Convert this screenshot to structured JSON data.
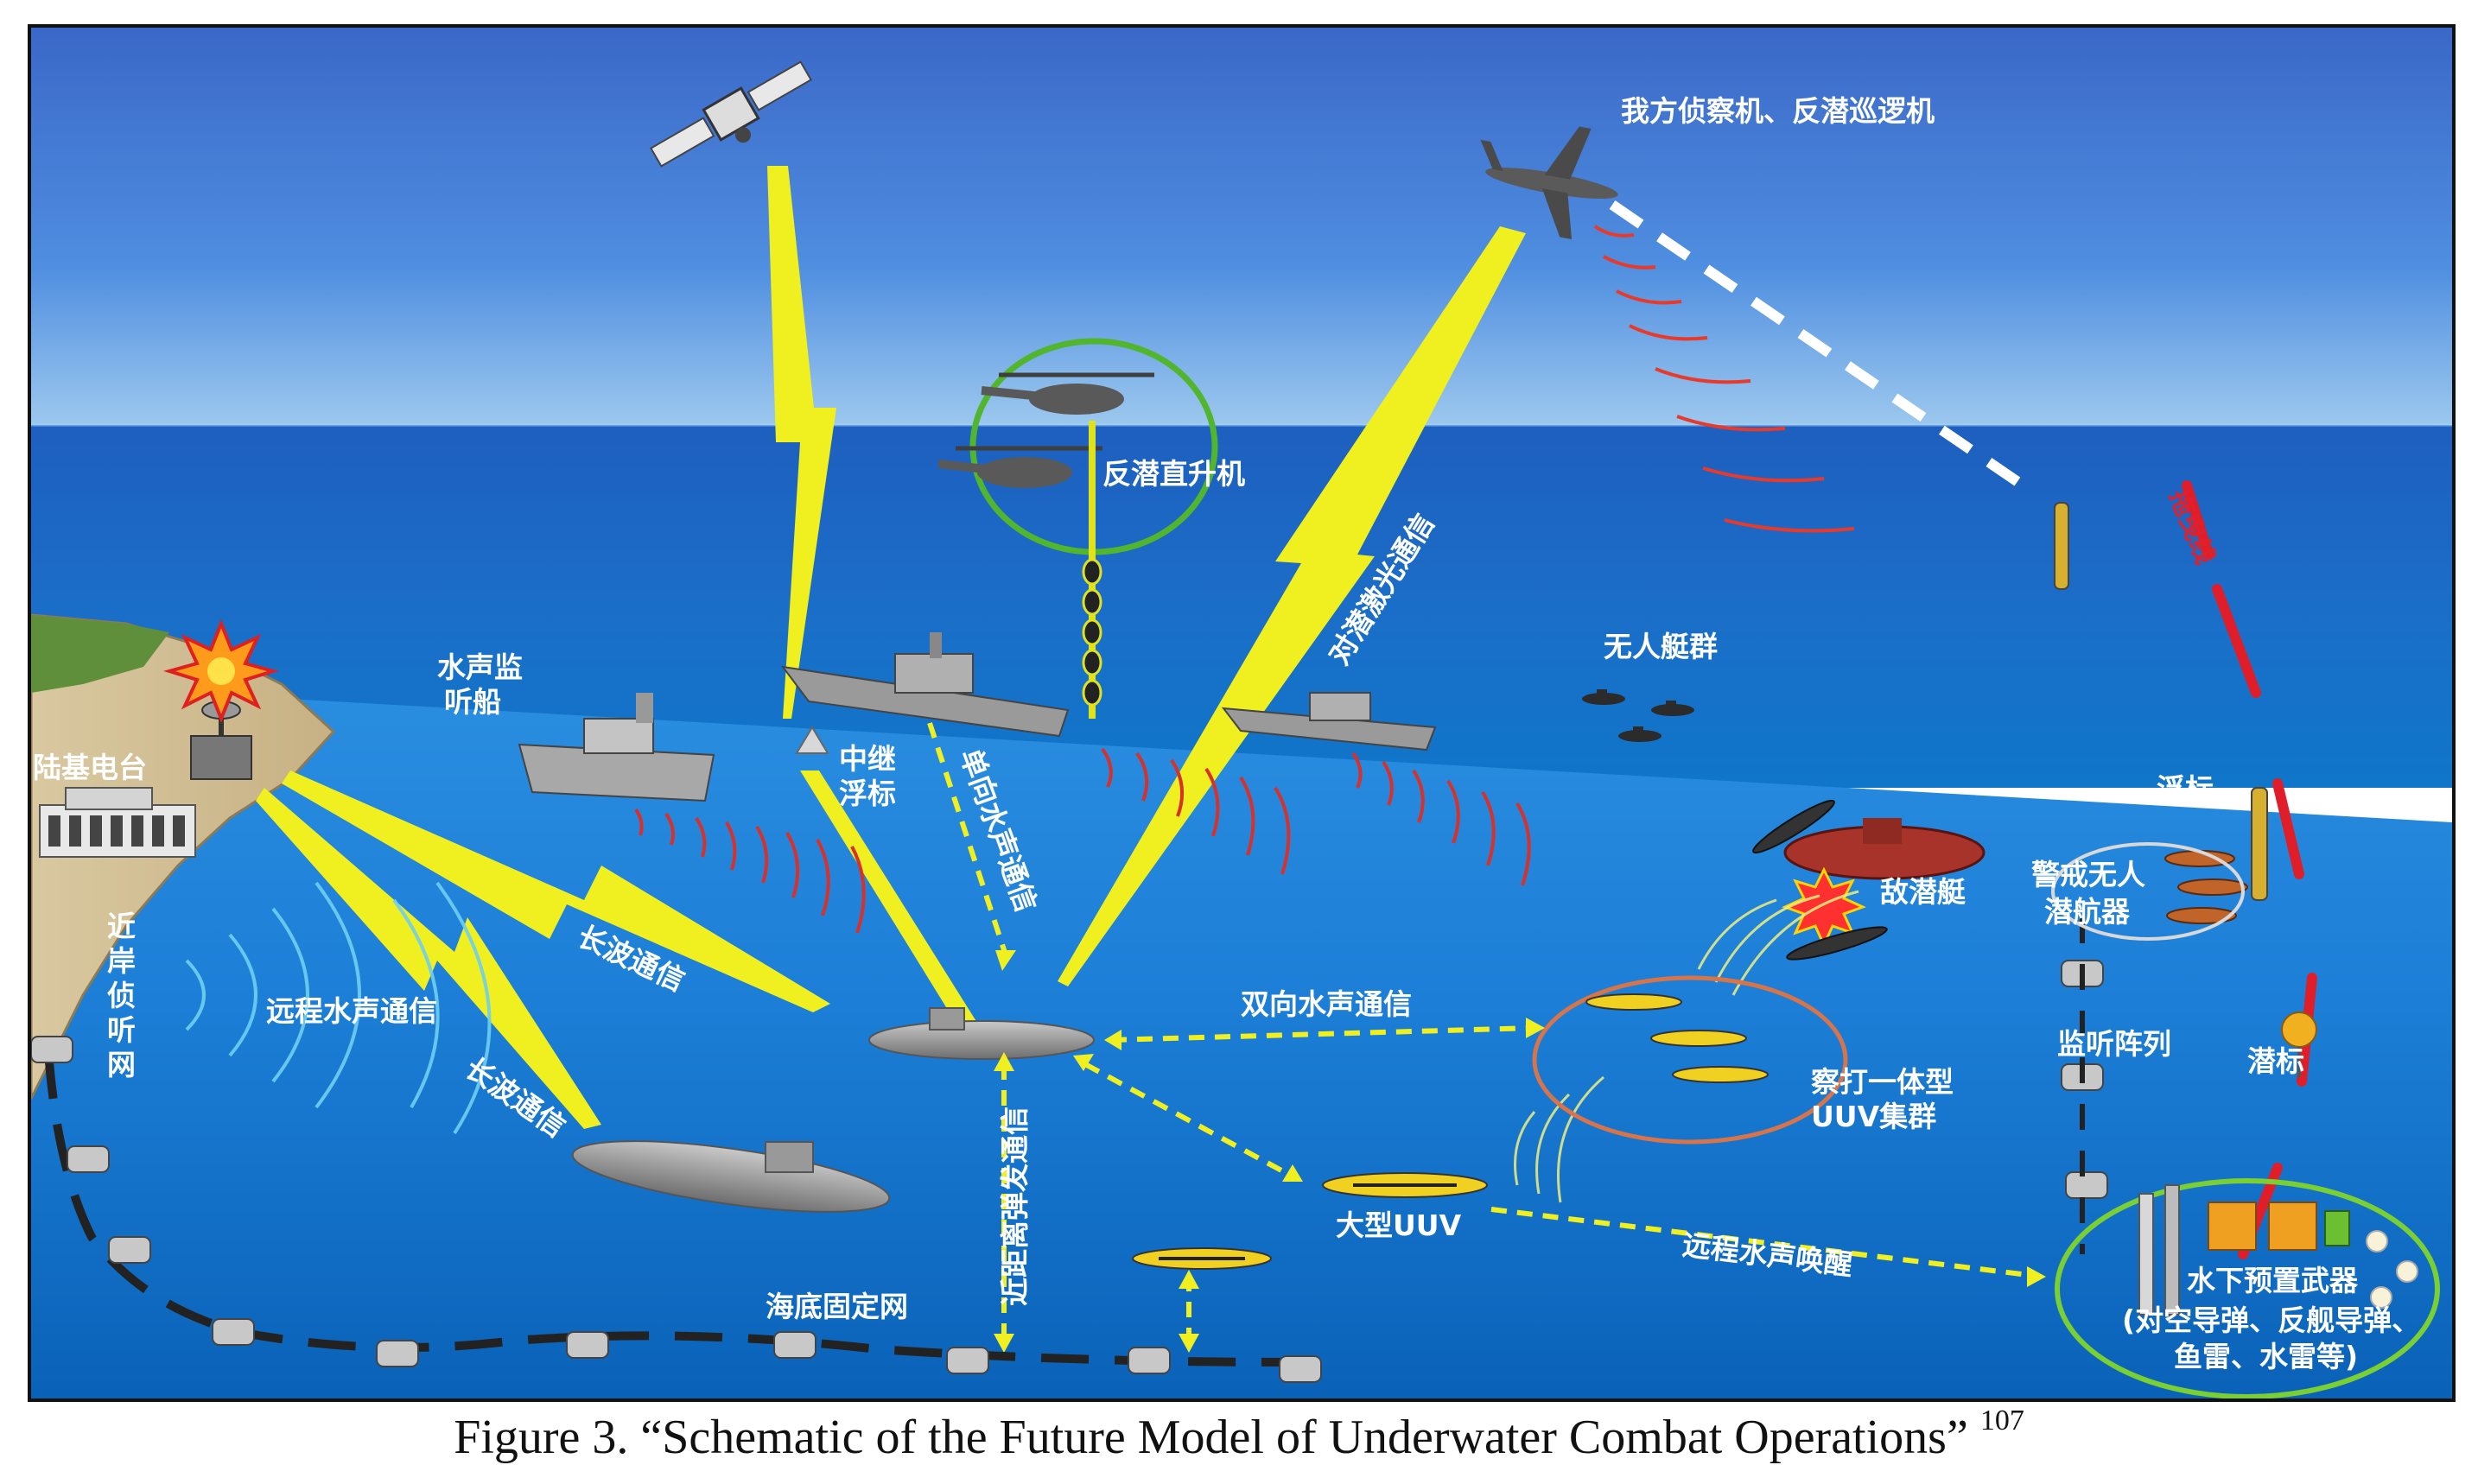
{
  "caption": {
    "text": "Figure 3. “Schematic of the Future Model of Underwater Combat Operations”",
    "ref": "107"
  },
  "labels": {
    "recon_aircraft": "我方侦察机、反潜巡逻机",
    "asw_helicopter": "反潜直升机",
    "laser_comm": "对潜激光通信",
    "usv_swarm": "无人艇群",
    "sonar_ship_1": "水声监",
    "sonar_ship_2": "听船",
    "relay_buoy_1": "中继",
    "relay_buoy_2": "浮标",
    "oneway_acoustic": "单向水声通信",
    "land_station": "陆基电台",
    "coastal_net": [
      "近",
      "岸",
      "侦",
      "听",
      "网"
    ],
    "long_acoustic": "远程水声通信",
    "longwave_1": "长波通信",
    "longwave_2": "长波通信",
    "twoway_acoustic": "双向水声通信",
    "enemy_sub": "敌潜艇",
    "uuv_cluster_1": "察打一体型",
    "uuv_cluster_2": "UUV集群",
    "alert_uuv_1": "警戒无人",
    "alert_uuv_2": "潜航器",
    "float_buoy": "浮标",
    "sub_buoy": "潜标",
    "listen_array": "监听阵列",
    "large_uuv": "大型UUV",
    "short_range": "近距离弹发通信",
    "seabed_net": "海底固定网",
    "remote_wakeup": "远程水声唤醒",
    "weapons_1": "水下预置武器",
    "weapons_2": "(对空导弹、反舰导弹、",
    "weapons_3": "鱼雷、水雷等)",
    "red_vertical": "拖曳线"
  }
}
